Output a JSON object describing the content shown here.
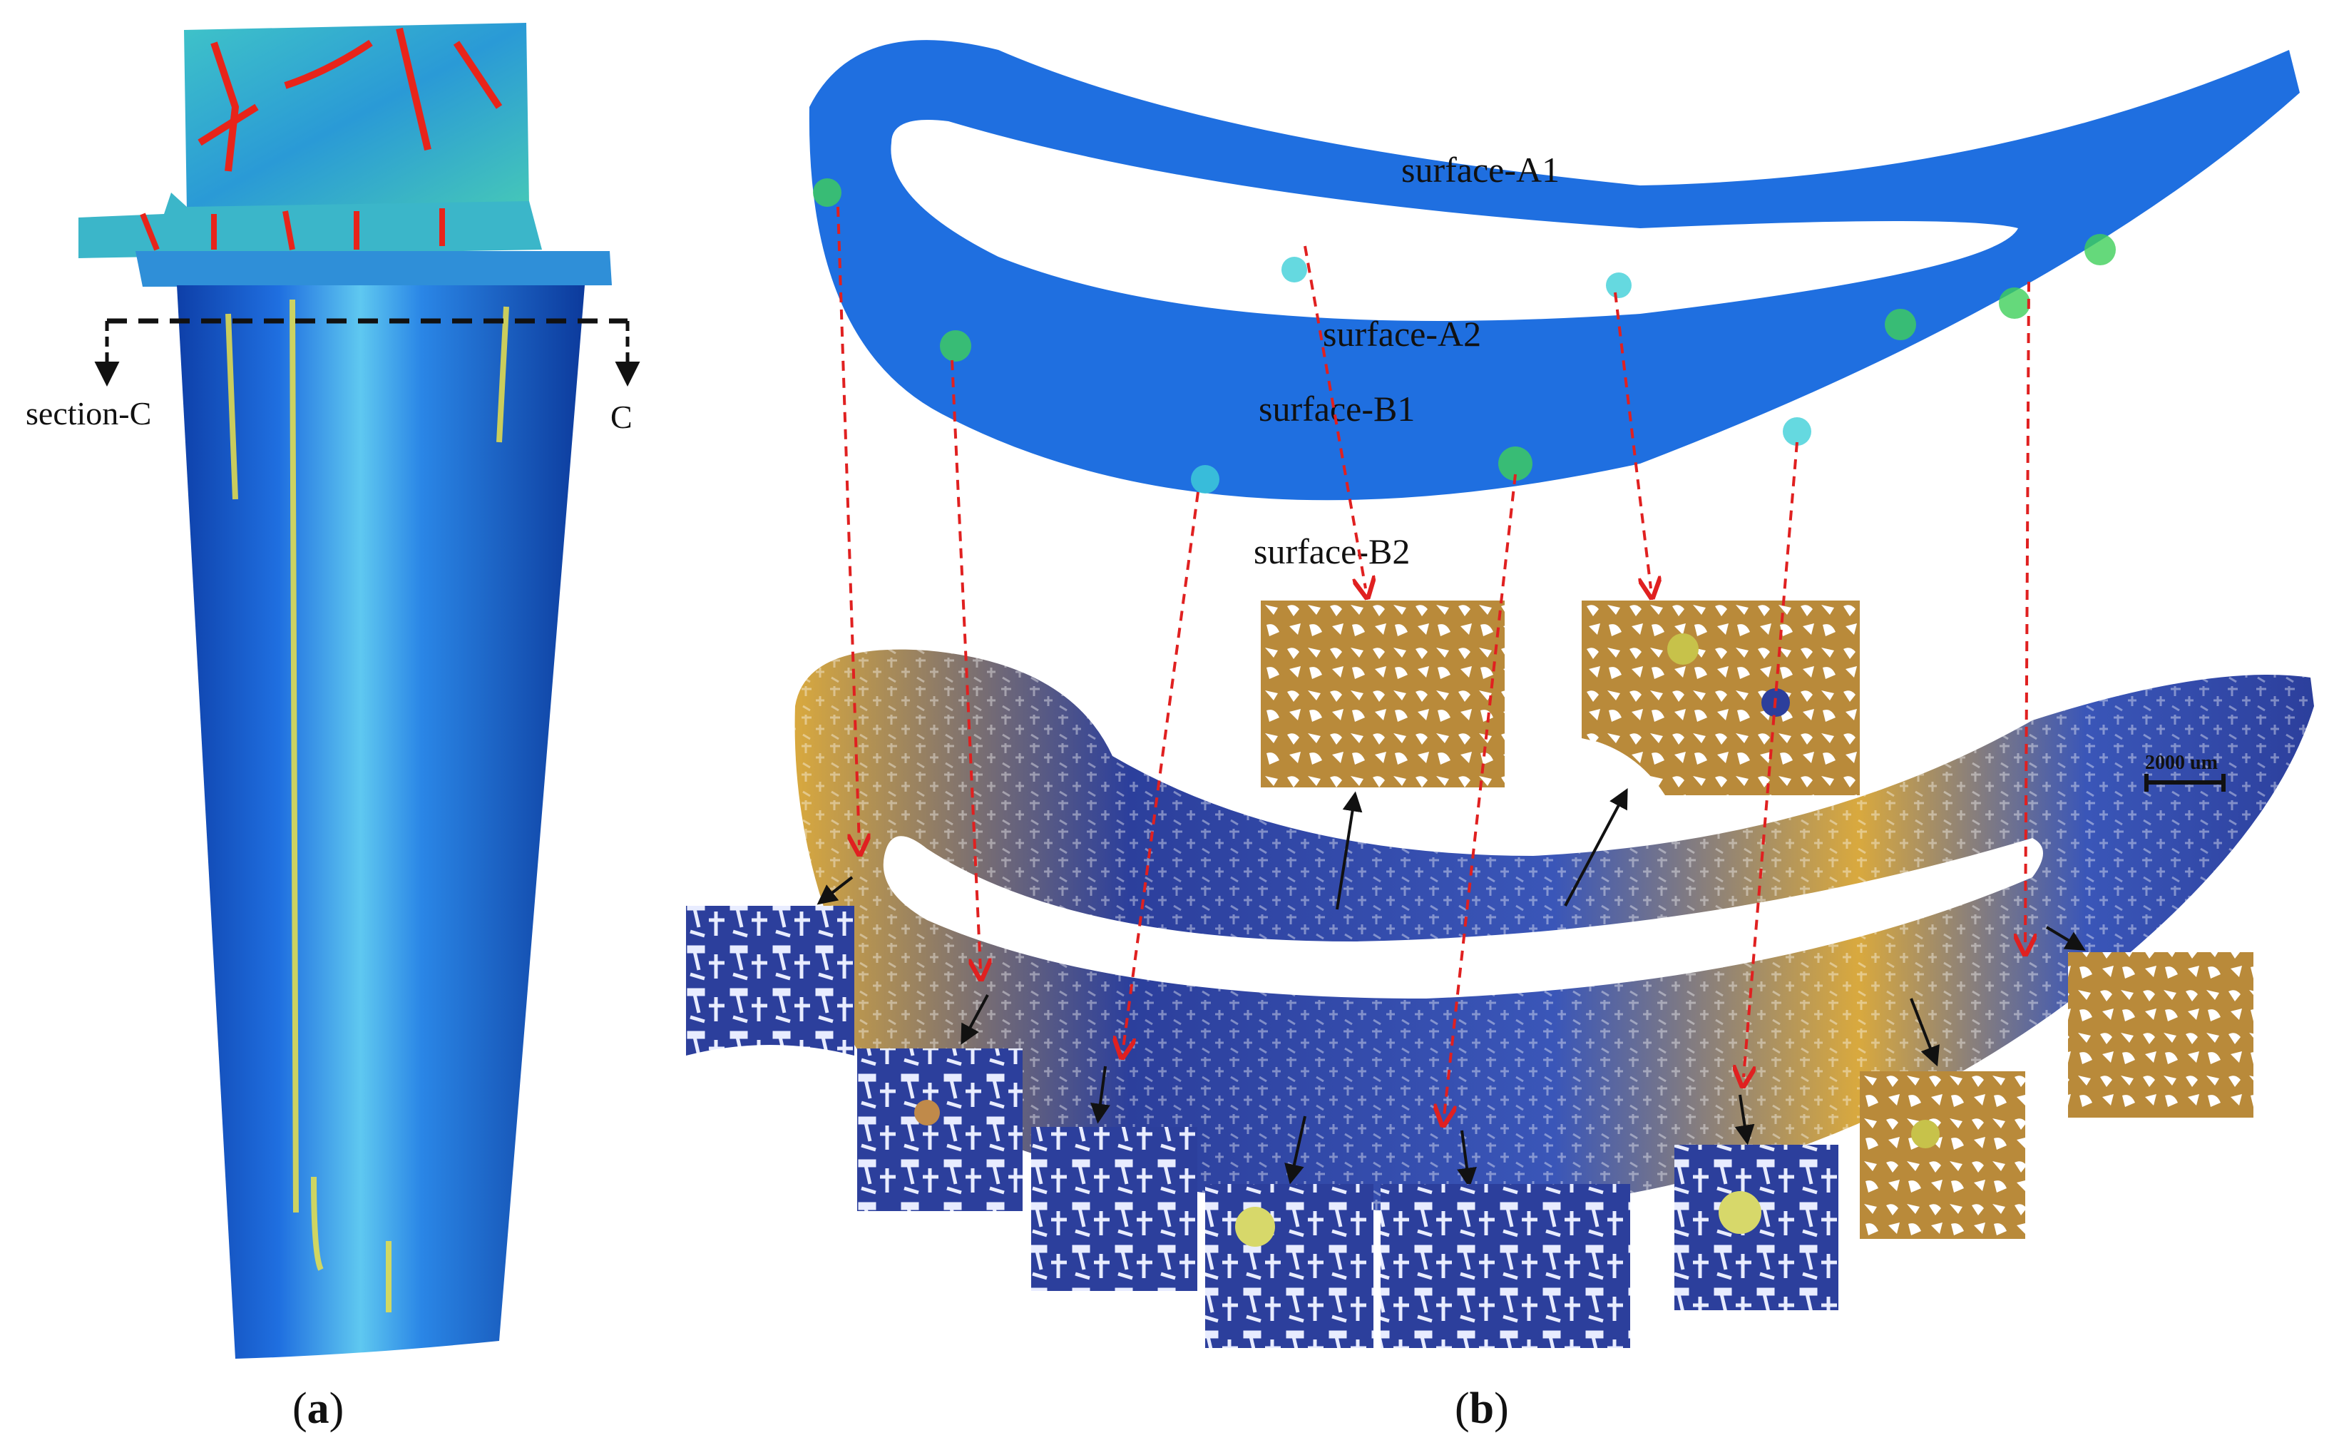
{
  "colors": {
    "sim_blue": "#1f6fe0",
    "sim_dark_blue": "#0b3fb2",
    "sim_cyan": "#3fd0d8",
    "sim_green": "#3fcf5a",
    "sim_yellow": "#f0e23a",
    "sim_red": "#e8241a",
    "micro_brown": "#b98a3a",
    "micro_gold": "#d9a93e",
    "micro_blue": "#2c3f9c",
    "micro_light": "#ffffff",
    "arrow_red": "#e02020",
    "arrow_black": "#111111"
  },
  "panel_a": {
    "section_label": "section-C",
    "section_end_label": "C",
    "caption_open": "(",
    "caption_letter": "a",
    "caption_close": ")"
  },
  "panel_b": {
    "labels": {
      "a1": "surface-A1",
      "a2": "surface-A2",
      "b1": "surface-B1",
      "b2": "surface-B2"
    },
    "scale_bar": "2000 um",
    "caption_open": "(",
    "caption_letter": "b",
    "caption_close": ")"
  }
}
